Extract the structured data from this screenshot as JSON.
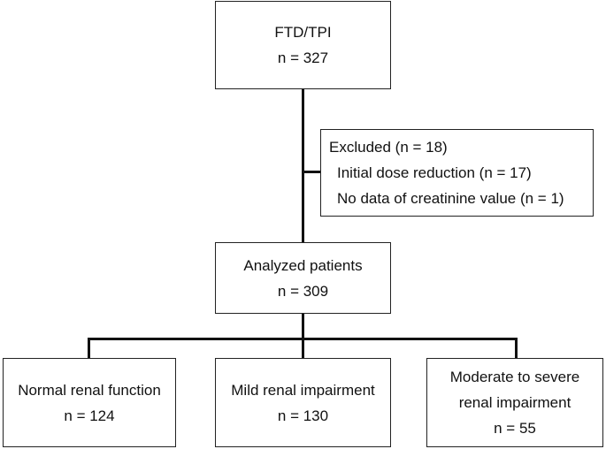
{
  "boxes": {
    "top": {
      "title": "FTD/TPI",
      "count": "n = 327"
    },
    "excluded": {
      "title": "Excluded (n = 18)",
      "reasons": [
        "Initial dose reduction (n = 17)",
        "No data of creatinine value (n = 1)"
      ]
    },
    "analyzed": {
      "title": "Analyzed patients",
      "count": "n = 309"
    },
    "normal": {
      "title": "Normal renal function",
      "count": "n = 124"
    },
    "mild": {
      "title": "Mild renal impairment",
      "count": "n = 130"
    },
    "moderate": {
      "title_line1": "Moderate to severe",
      "title_line2": "renal impairment",
      "count": "n = 55"
    }
  }
}
